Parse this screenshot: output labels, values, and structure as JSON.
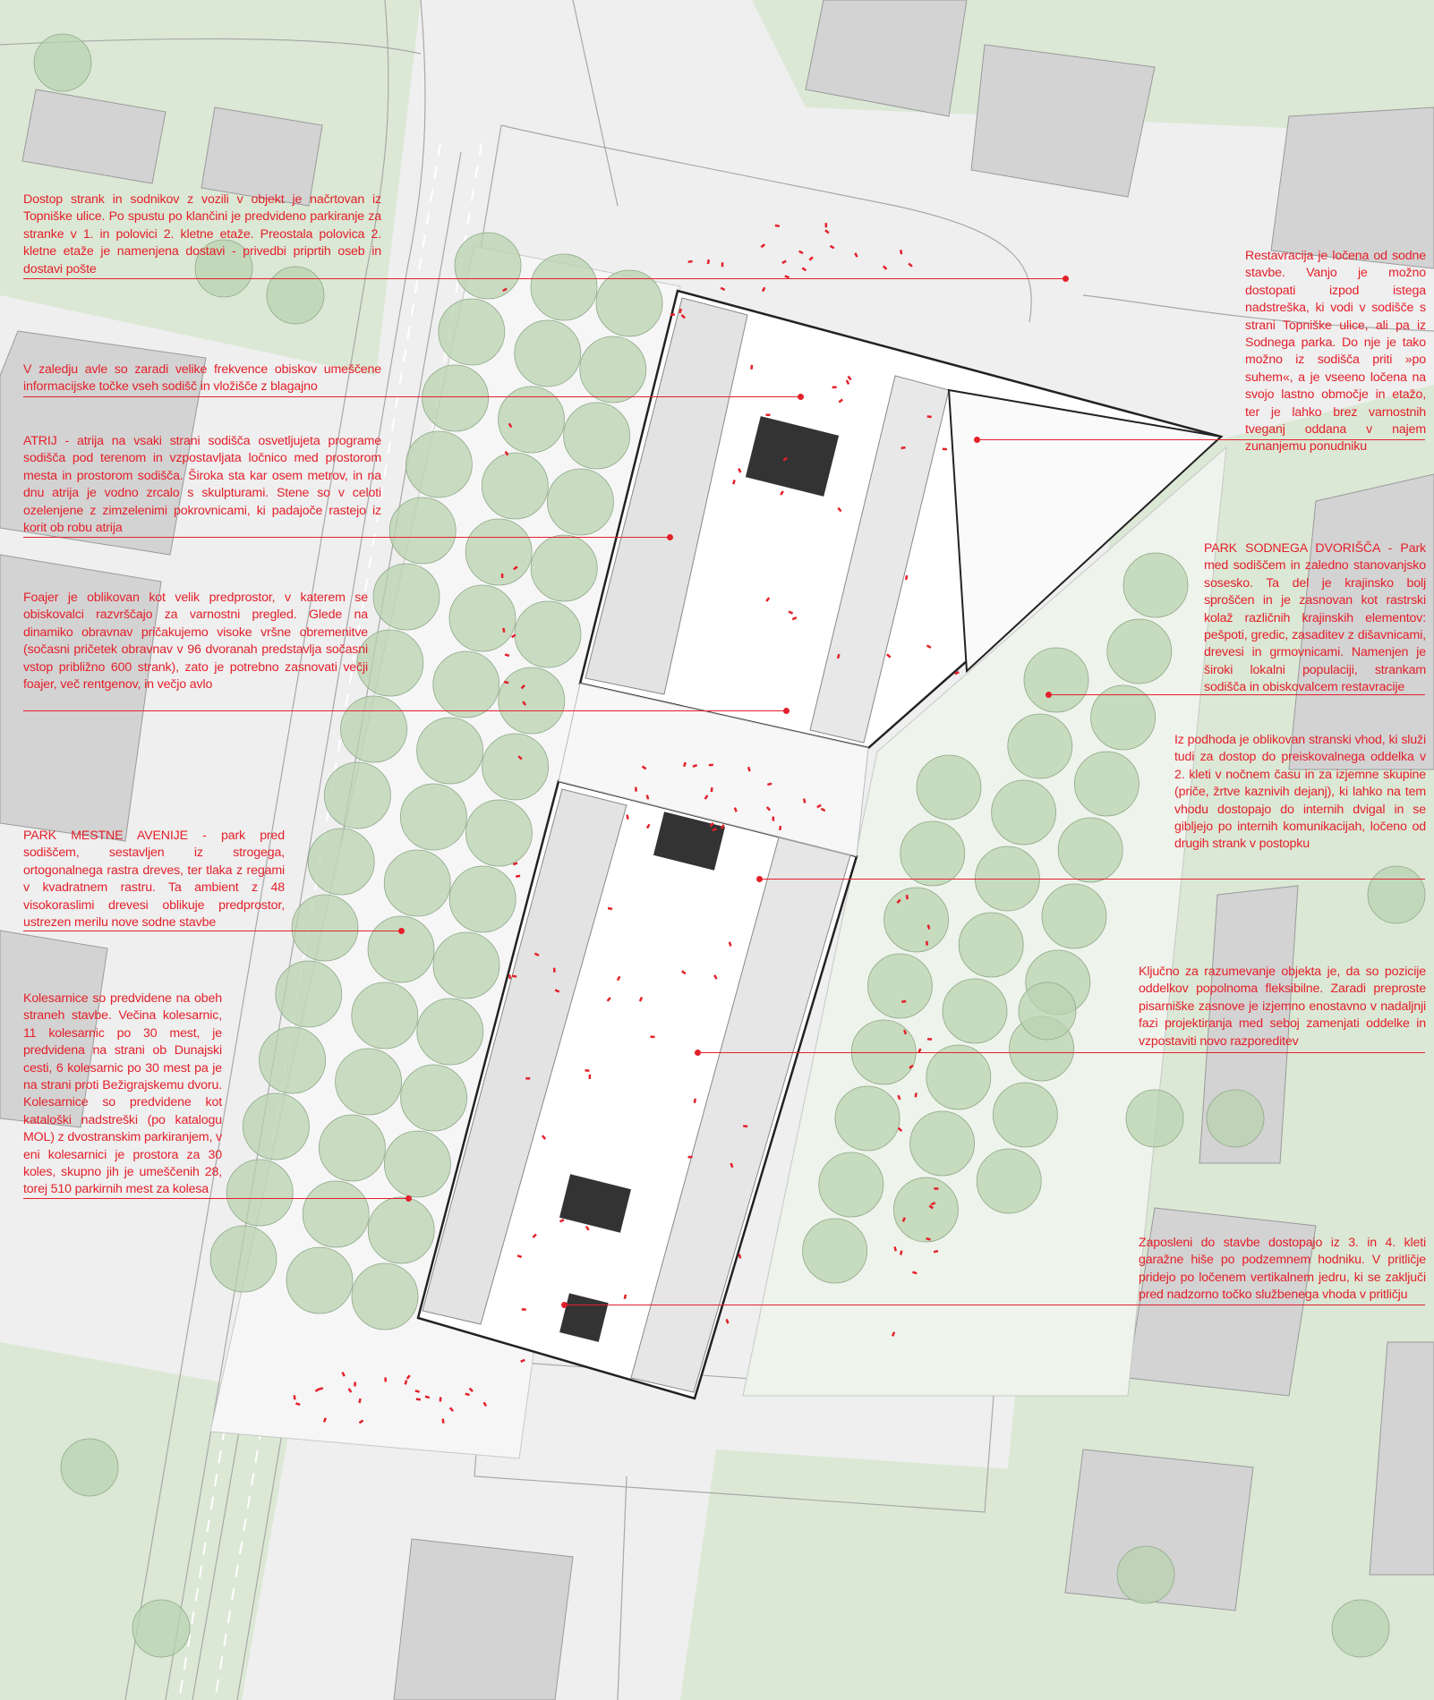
{
  "colors": {
    "annotation": "#e3202a",
    "ground": "#efefef",
    "green": "#dbe8d5",
    "tree": "#b9d3b0",
    "neighbour_building": "#d3d3d3",
    "court_building": "#ffffff"
  },
  "annotations_left": [
    {
      "id": "vehicle-access",
      "text": "Dostop strank in sodnikov z vozili v objekt je načrtovan iz Topniške ulice. Po spustu po klančini je predvideno parkiranje za stranke v 1. in polovici 2. kletne etaže. Preostala polovica 2. kletne etaže je namenjena dostavi - privedbi priprtih oseb in dostavi pošte"
    },
    {
      "id": "info-points",
      "text": "V zaledju avle so zaradi velike frekvence obiskov umeščene informacijske točke vseh sodišč in vložišče z blagajno"
    },
    {
      "id": "atrium",
      "text": "ATRIJ - atrija na vsaki strani sodišča osvetljujeta programe sodišča pod terenom in vzpostavljata ločnico med prostorom mesta in prostorom sodišča. Široka sta kar osem metrov, in na dnu atrija je vodno zrcalo s skulpturami. Stene so v celoti ozelenjene z zimzelenimi pokrovnicami, ki padajoče rastejo iz korit ob robu atrija"
    },
    {
      "id": "foyer",
      "text": "Foajer je oblikovan kot velik predprostor, v katerem se obiskovalci razvrščajo za varnostni pregled. Glede na dinamiko obravnav pričakujemo visoke vršne obremenitve (sočasni pričetek obravnav v 96 dvoranah predstavlja sočasni vstop približno 600 strank), zato je potrebno zasnovati večji foajer, več rentgenov, in večjo avlo"
    },
    {
      "id": "avenue-park",
      "text": "PARK MESTNE AVENIJE - park pred sodiščem, sestavljen iz strogega, ortogonalnega rastra dreves, ter tlaka z regami v kvadratnem rastru. Ta ambient z 48 visokoraslimi drevesi oblikuje predprostor, ustrezen merilu nove sodne stavbe"
    },
    {
      "id": "bike-parking",
      "text": "Kolesarnice so predvidene na obeh straneh stavbe. Večina kolesarnic, 11 kolesarnic po 30 mest, je predvidena na strani ob Dunajski cesti, 6 kolesarnic po 30 mest pa je na strani proti Bežigrajskemu dvoru. Kolesarnice so predvidene kot kataloški nadstreški (po katalogu MOL) z dvostranskim parkiranjem, v eni kolesarnici je prostora za 30 koles, skupno jih je umeščenih 28, torej 510 parkirnih mest za kolesa"
    }
  ],
  "annotations_right": [
    {
      "id": "restaurant",
      "text": "Restavracija je ločena od sodne stavbe. Vanjo je možno dostopati izpod istega nadstreška, ki vodi v sodišče s strani Topniške ulice, ali pa iz Sodnega parka. Do nje je tako možno iz sodišča priti »po suhem«, a je vseeno ločena na svojo lastno območje in etažo, ter je lahko brez varnostnih tveganj oddana v najem zunanjemu ponudniku"
    },
    {
      "id": "court-park",
      "text": "PARK SODNEGA DVORIŠČA - Park med sodiščem in zaledno stanovanjsko sosesko. Ta del je krajinsko bolj sproščen in je zasnovan kot rastrski kolaž različnih krajinskih elementov: pešpoti, gredic, zasaditev z dišavnicami, drevesi in grmovnicami. Namenjen je široki lokalni populaciji, strankam sodišča in obiskovalcem restavracije"
    },
    {
      "id": "side-entrance",
      "text": "Iz podhoda je oblikovan stranski vhod, ki služi tudi za dostop do preiskovalnega oddelka v 2. kleti v nočnem času in za izjemne skupine (priče, žrtve kaznivih dejanj), ki lahko na tem vhodu dostopajo do internih dvigal in se gibljejo po internih komunikacijah, ločeno od drugih strank v postopku"
    },
    {
      "id": "flexibility",
      "text": "Ključno za razumevanje objekta je, da so pozicije oddelkov popolnoma fleksibilne. Zaradi preproste pisarniške zasnove je izjemno enostavno v nadaljnji fazi projektiranja med seboj zamenjati oddelke in vzpostaviti novo razporeditev"
    },
    {
      "id": "staff-access",
      "text": "Zaposleni do stavbe dostopajo iz 3. in 4. kleti garažne hiše po podzemnem hodniku. V pritličje pridejo po ločenem vertikalnem jedru, ki se zaključi pred nadzorno točko službenega vhoda v pritličju"
    }
  ]
}
